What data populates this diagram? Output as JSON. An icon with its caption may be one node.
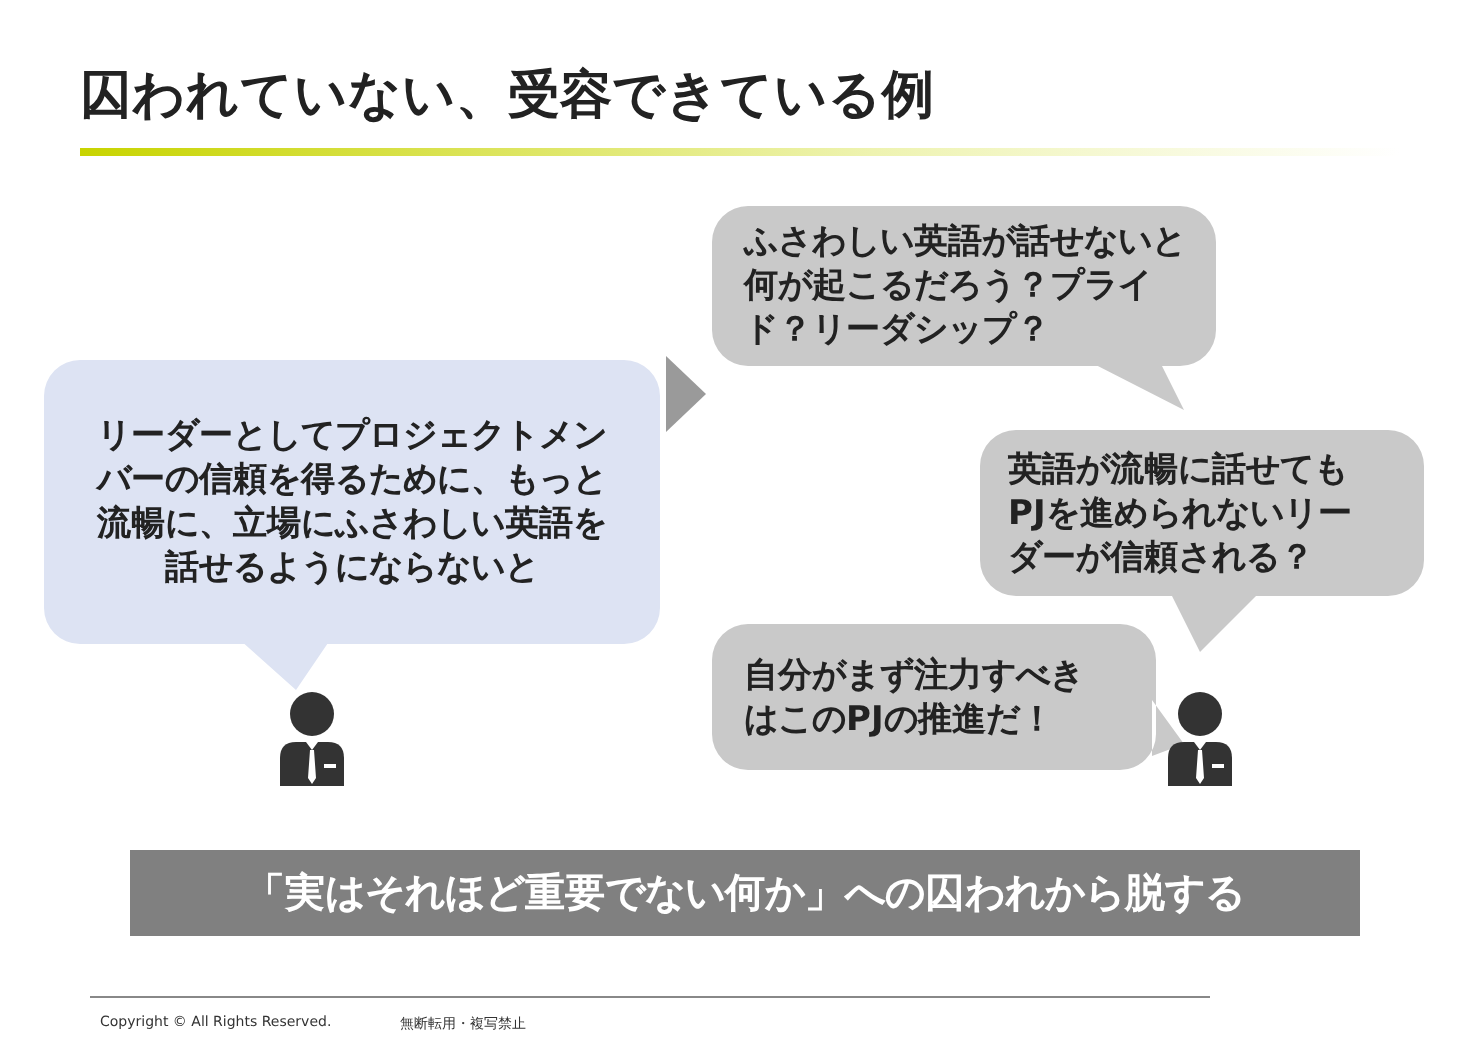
{
  "diagram": {
    "title": "囚われていない、受容できている例",
    "nodes": [
      {
        "text": [
          "リーダーとしてプロジェクトメンバーの信頼を得るために、もっと流暢に、立場にふさわしい英語を話せるようにならないと"
        ]
      },
      {
        "text": [
          "ふさわしい英語が話せないと何が起こるだろう？プライド？リーダシップ？"
        ]
      },
      {
        "text": [
          "英語が流暢に話せてもPJを進められないリーダーが信頼される？"
        ]
      },
      {
        "text": [
          "自分がまず注力すべきはこのPJの推進だ！"
        ]
      },
      {
        "text": [
          "「実はそれほど重要でない何か」への囚われから脱する"
        ]
      }
    ],
    "edges": [
      {
        "from": 0,
        "to": 1,
        "arrow": "to"
      }
    ],
    "labels": [
      "Copyright © All Rights Reserved.",
      "無断転用・複写禁止"
    ]
  }
}
